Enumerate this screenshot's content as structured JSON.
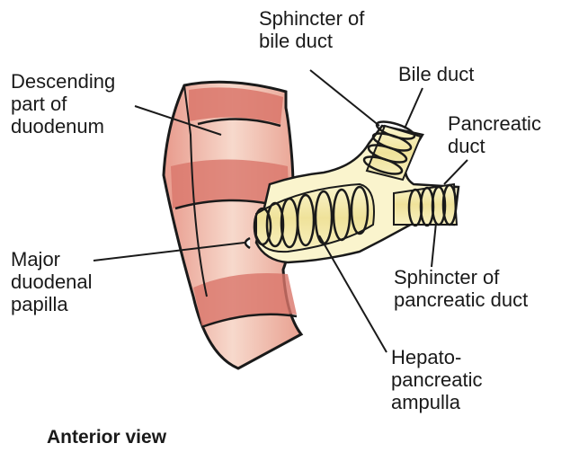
{
  "labels": {
    "descending_part": [
      "Descending",
      "part of",
      "duodenum"
    ],
    "sphincter_bile_duct": [
      "Sphincter of",
      "bile duct"
    ],
    "bile_duct": [
      "Bile duct"
    ],
    "pancreatic_duct": [
      "Pancreatic",
      "duct"
    ],
    "major_papilla": [
      "Major",
      "duodenal",
      "papilla"
    ],
    "sphincter_pancreatic_duct": [
      "Sphincter of",
      "pancreatic duct"
    ],
    "ampulla": [
      "Hepato-",
      "pancreatic",
      "ampulla"
    ]
  },
  "caption": "Anterior view",
  "colors": {
    "duodenum_light": "#f5d5c8",
    "duodenum_dark": "#d9766a",
    "duct_fill": "#f2ecb0",
    "duct_dark": "#c9b24a",
    "outline": "#1a1a1a"
  }
}
